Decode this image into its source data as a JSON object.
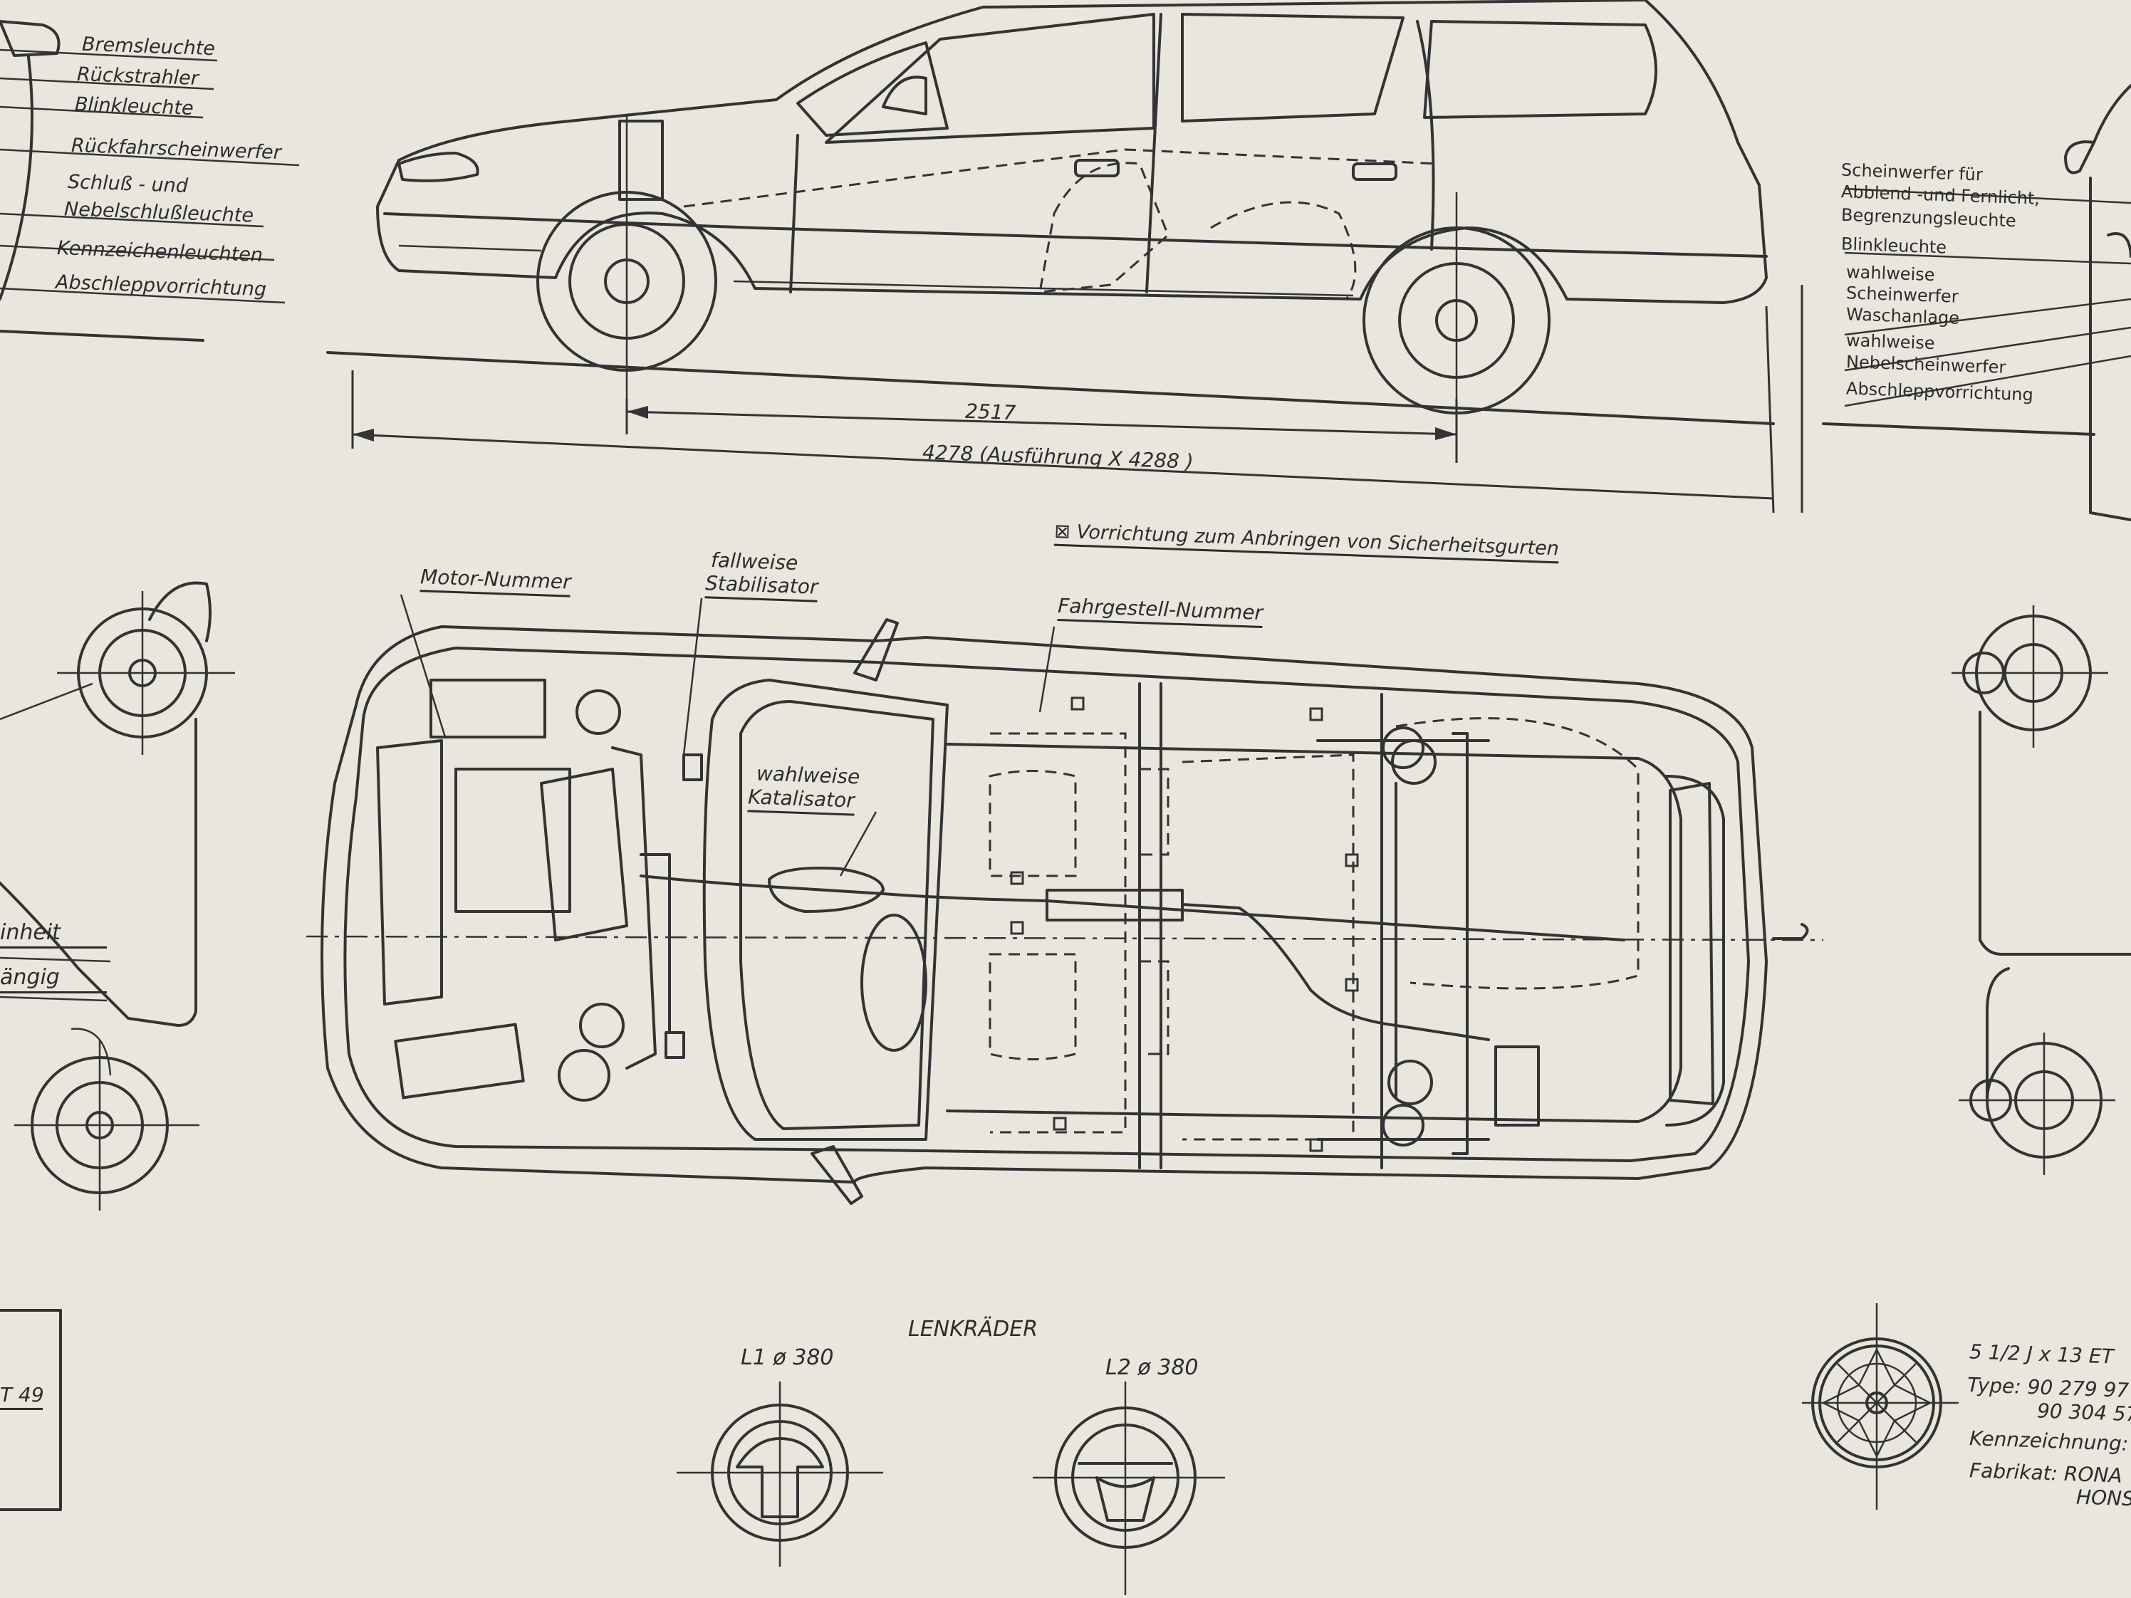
{
  "side_view_labels_left": [
    "Bremsleuchte",
    "Rückstrahler",
    "Blinkleuchte",
    "Rückfahrscheinwerfer",
    "Schluß - und",
    "Nebelschlußleuchte",
    "Kennzeichenleuchten",
    "Abschleppvorrichtung"
  ],
  "side_view_labels_right": [
    "Scheinwerfer für",
    "Abblend -und Fernlicht,",
    "Begrenzungsleuchte",
    "Blinkleuchte",
    "wahlweise",
    "Scheinwerfer",
    "Waschanlage",
    "wahlweise",
    "Nebelscheinwerfer",
    "Abschleppvorrichtung"
  ],
  "dimensions": {
    "wheelbase": "2517",
    "length": "4278 (Ausführung X 4288 )"
  },
  "seatbelt_note": "Vorrichtung zum Anbringen von Sicherheitsgurten",
  "top_view_labels": {
    "engine_number": "Motor-Nummer",
    "stabilizer_1": "fallweise",
    "stabilizer_2": "Stabilisator",
    "chassis_number": "Fahrgestell-Nummer",
    "catalyst_1": "wahlweise",
    "catalyst_2": "Katalisator"
  },
  "left_cut_labels": [
    "inheit",
    "ängig"
  ],
  "left_box_label": "T 49",
  "steering_wheels": {
    "title": "LENKRÄDER",
    "l1": "L1 ø 380",
    "l2": "L2 ø 380"
  },
  "wheel_spec": {
    "size": "5 1/2 J x 13 ET",
    "type_1": "Type: 90 279 97",
    "type_2": "90 304 57",
    "marking": "Kennzeichnung:",
    "make_1": "Fabrikat: RONA",
    "make_2": "HONS"
  }
}
